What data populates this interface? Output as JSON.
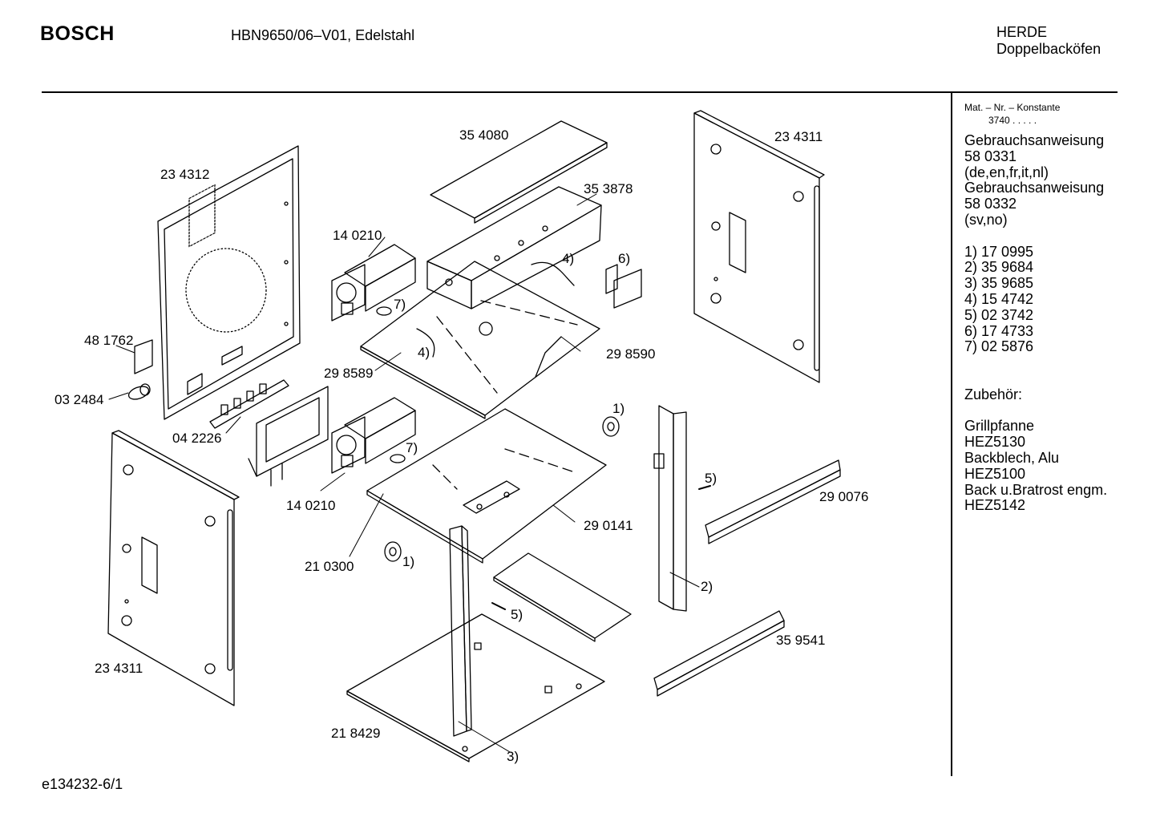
{
  "header": {
    "brand": "BOSCH",
    "model": "HBN9650/06–V01, Edelstahl",
    "category": "HERDE",
    "subcategory": "Doppelbacköfen"
  },
  "sidebar": {
    "mat_label": "Mat. – Nr. – Konstante",
    "mat_value": "3740  .   .   .   .   .",
    "lines": [
      "Gebrauchsanweisung",
      "58 0331",
      "(de,en,fr,it,nl)",
      "Gebrauchsanweisung",
      "58 0332",
      "(sv,no)",
      "",
      "1)  17 0995",
      "2)  35 9684",
      "3)  35 9685",
      "4)  15 4742",
      "5)  02 3742",
      "6)  17 4733",
      "7)  02 5876",
      "",
      "",
      "Zubehör:",
      "",
      "Grillpfanne",
      "HEZ5130",
      "Backblech, Alu",
      "HEZ5100",
      "Back u.Bratrost engm.",
      "HEZ5142"
    ]
  },
  "parts": [
    "35 4080",
    "23 4311",
    "23 4312",
    "35 3878",
    "14 0210",
    "4)",
    "6)",
    "7)",
    "48 1762",
    "4)",
    "29 8590",
    "29 8589",
    "03 2484",
    "1)",
    "04 2226",
    "5)",
    "7)",
    "29 0076",
    "14 0210",
    "29 0141",
    "21 0300",
    "1)",
    "2)",
    "5)",
    "35 9541",
    "23 4311",
    "21 8429",
    "3)"
  ],
  "footer": {
    "code": "e134232-6/1"
  }
}
